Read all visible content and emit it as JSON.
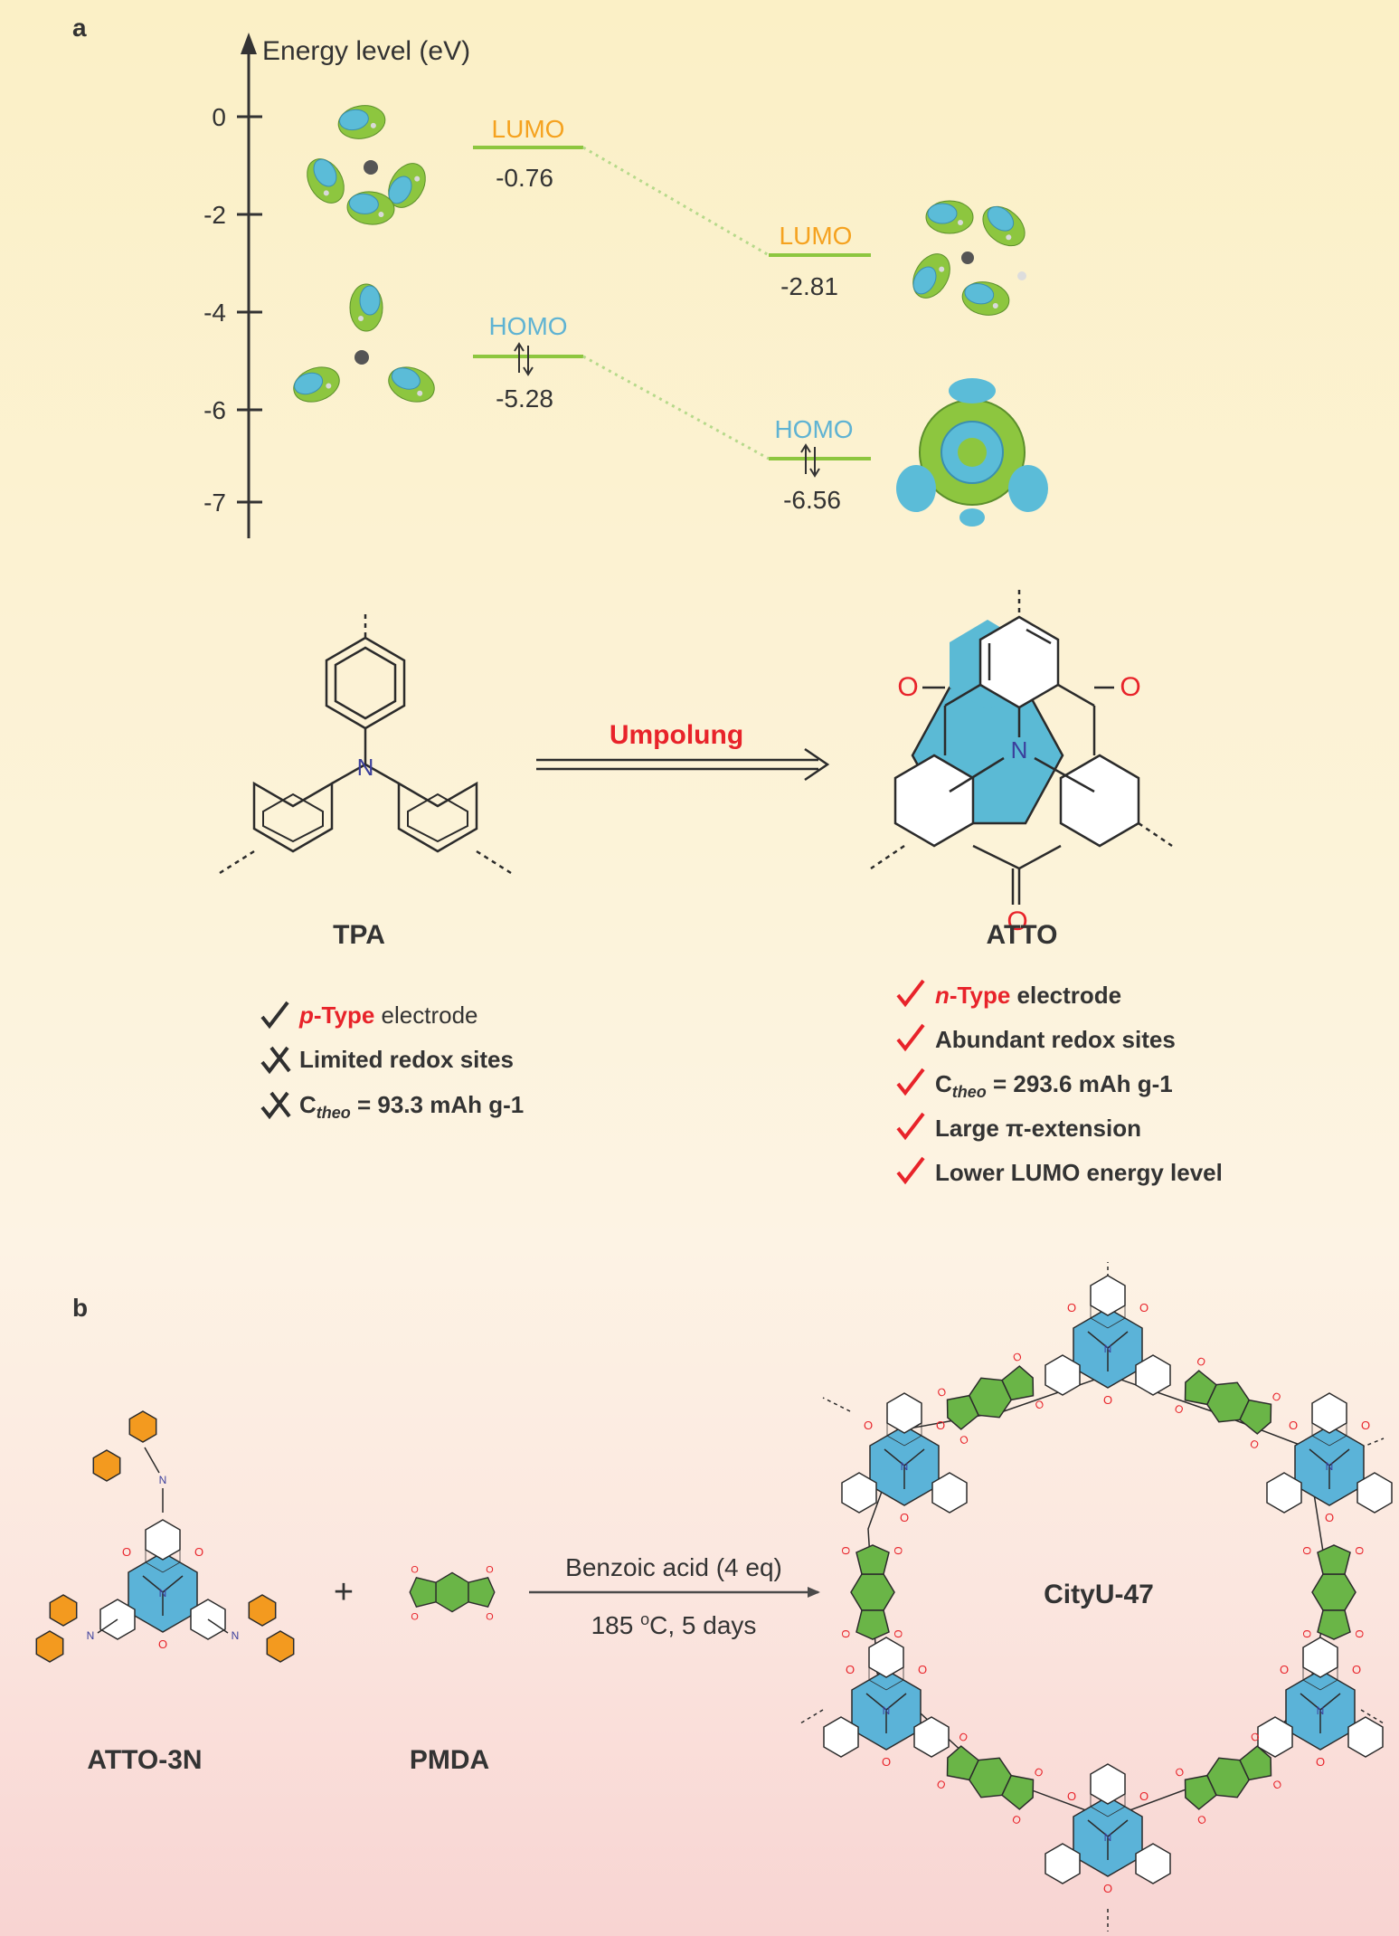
{
  "colors": {
    "lumo": "#f5a21f",
    "homo": "#5fb3d3",
    "level_line": "#8dc63f",
    "accent_red": "#e8232a",
    "check_dark": "#2f2f2f",
    "atto_fill": "#5bbad5",
    "pmda_fill": "#6ab547",
    "phenyl_fill": "#f39a1f",
    "oxygen": "#e8232a",
    "nitrogen": "#3b3f9c"
  },
  "panel_a": {
    "label": "a",
    "axis": {
      "title": "Energy level (eV)",
      "ticks": [
        "0",
        "-2",
        "-4",
        "-6",
        "-7"
      ]
    },
    "tpa_levels": {
      "lumo_label": "LUMO",
      "lumo_value": "-0.76",
      "homo_label": "HOMO",
      "homo_value": "-5.28"
    },
    "atto_levels": {
      "lumo_label": "LUMO",
      "lumo_value": "-2.81",
      "homo_label": "HOMO",
      "homo_value": "-6.56"
    },
    "reaction": {
      "label": "Umpolung",
      "n_atom": "N",
      "o_atom": "O"
    },
    "tpa": {
      "name": "TPA",
      "features": [
        {
          "prefix": "p",
          "rest_colored": "-Type",
          "plain": " electrode"
        },
        {
          "plain": "Limited redox sites"
        },
        {
          "c": "C",
          "sub": "theo",
          "value": " = 93.3 mAh g-1"
        }
      ]
    },
    "atto": {
      "name": "ATTO",
      "features": [
        {
          "prefix": "n",
          "rest_colored": "-Type",
          "plain": " electrode"
        },
        {
          "plain": "Abundant redox sites"
        },
        {
          "c": "C",
          "sub": "theo",
          "value": " = 293.6 mAh g-1"
        },
        {
          "plain": "Large π-extension"
        },
        {
          "plain": "Lower LUMO energy level"
        }
      ]
    }
  },
  "panel_b": {
    "label": "b",
    "plus": "+",
    "reagent_1": "ATTO-3N",
    "reagent_2": "PMDA",
    "conditions_line1": "Benzoic acid (4 eq)",
    "conditions_line2_prefix": "185 ",
    "conditions_line2_sup": "o",
    "conditions_line2_suffix": "C, 5 days",
    "product": "CityU-47"
  }
}
